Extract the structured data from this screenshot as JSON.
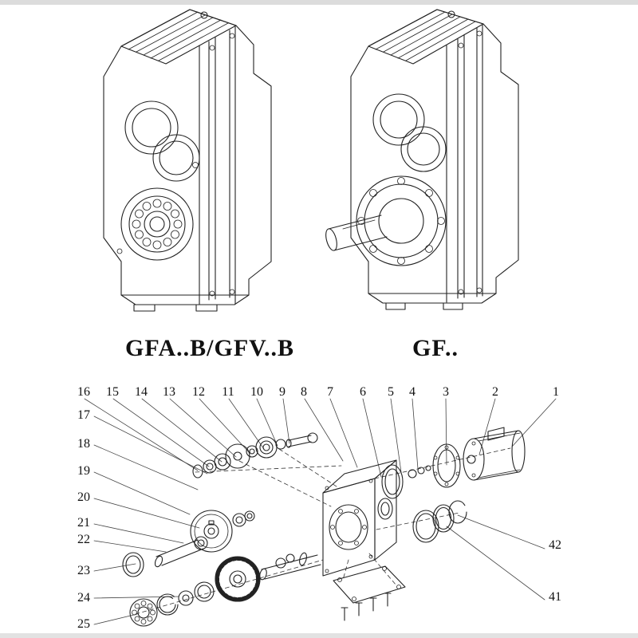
{
  "colors": {
    "paper": "#ffffff",
    "line": "#222222",
    "edge_strip": "#dcdcdc"
  },
  "models": [
    {
      "label": "GFA..B/GFV..B"
    },
    {
      "label": "GF.."
    }
  ],
  "exploded": {
    "callouts": [
      "16",
      "15",
      "14",
      "13",
      "12",
      "11",
      "10",
      "9",
      "8",
      "7",
      "6",
      "5",
      "4",
      "3",
      "2",
      "1",
      "17",
      "18",
      "19",
      "20",
      "21",
      "22",
      "23",
      "24",
      "25",
      "42",
      "41"
    ]
  }
}
